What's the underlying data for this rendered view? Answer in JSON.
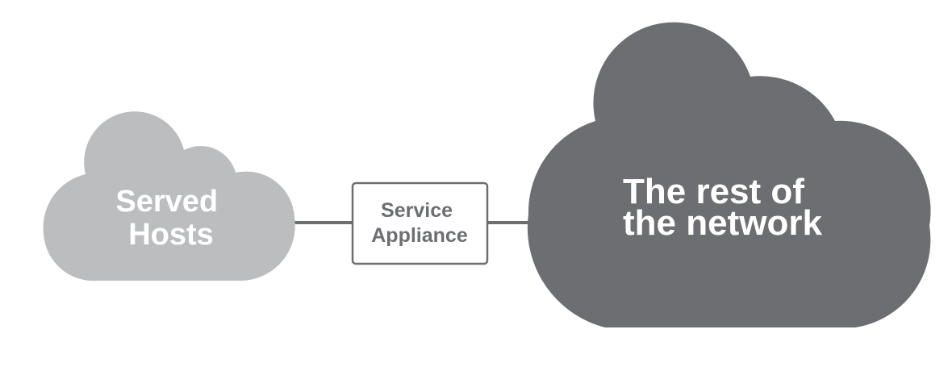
{
  "diagram": {
    "served_hosts": {
      "line1": "Served",
      "line2": "Hosts"
    },
    "service_appliance": {
      "line1": "Service",
      "line2": "Appliance"
    },
    "rest_of_network": {
      "line1": "The rest of",
      "line2": "the network"
    }
  },
  "colors": {
    "served_hosts_cloud": "#bcbdbf",
    "network_cloud": "#6d6e71",
    "connector_line": "#6d6e71",
    "appliance_border": "#6d6e71",
    "appliance_text": "#6d6e71",
    "label_text": "#ffffff"
  }
}
